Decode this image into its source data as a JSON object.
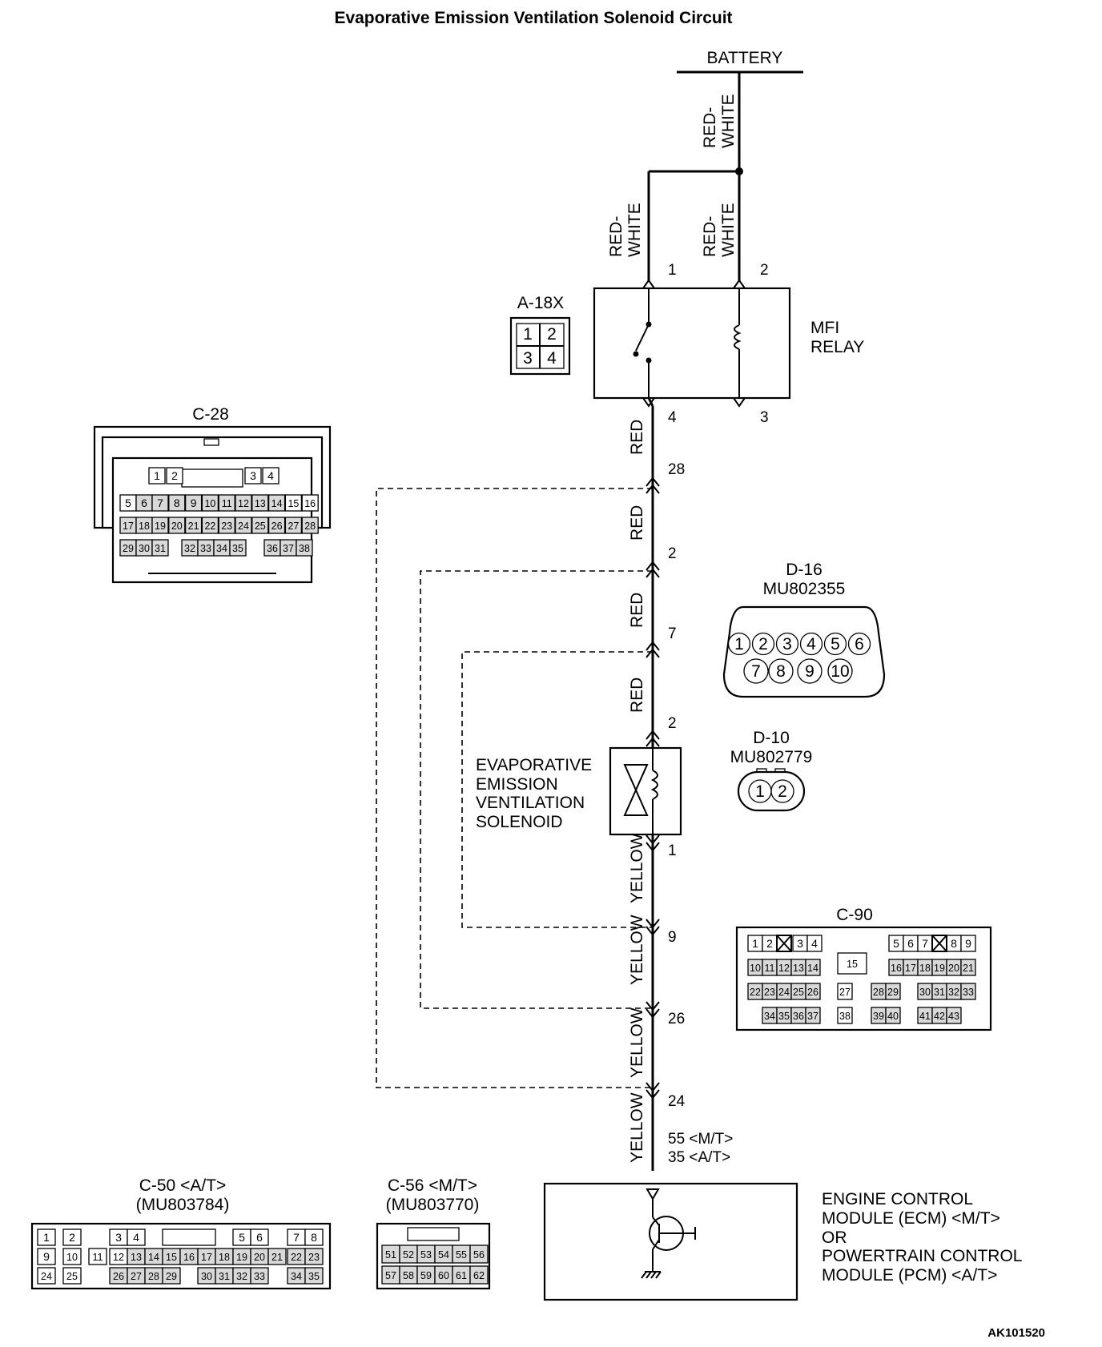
{
  "title": "Evaporative Emission Ventilation Solenoid Circuit",
  "code": "AK101520",
  "battery": "BATTERY",
  "wires": {
    "red_white": [
      "RED-",
      "WHITE"
    ],
    "red": "RED",
    "yellow": "YELLOW"
  },
  "pins": {
    "relay_1": "1",
    "relay_2": "2",
    "relay_4": "4",
    "relay_3": "3",
    "c28": "28",
    "d16_2": "2",
    "d16_7": "7",
    "sol_2": "2",
    "sol_1": "1",
    "c90_9": "9",
    "c90_26": "26",
    "c90_24": "24",
    "ecm_mt": "55 <M/T>",
    "ecm_at": "35 <A/T>"
  },
  "relay": {
    "label": [
      "MFI",
      "RELAY"
    ]
  },
  "solenoid": {
    "label": [
      "EVAPORATIVE",
      "EMISSION",
      "VENTILATION",
      "SOLENOID"
    ]
  },
  "ecm": {
    "label": [
      "ENGINE CONTROL",
      "MODULE (ECM) <M/T>",
      "OR",
      "POWERTRAIN CONTROL",
      "MODULE (PCM) <A/T>"
    ]
  },
  "connectors": {
    "a18x": {
      "name": "A-18X",
      "pins": [
        "1",
        "2",
        "3",
        "4"
      ]
    },
    "c28": {
      "name": "C-28",
      "rows": [
        [
          "1",
          "2",
          "3",
          "4"
        ],
        [
          "5",
          "6",
          "7",
          "8",
          "9",
          "10",
          "11",
          "12",
          "13",
          "14",
          "15",
          "16"
        ],
        [
          "17",
          "18",
          "19",
          "20",
          "21",
          "22",
          "23",
          "24",
          "25",
          "26",
          "27",
          "28"
        ],
        [
          "29",
          "30",
          "31",
          "32",
          "33",
          "34",
          "35",
          "36",
          "37",
          "38"
        ]
      ]
    },
    "d16": {
      "name": "D-16",
      "part": "MU802355",
      "rows": [
        [
          "1",
          "2",
          "3",
          "4",
          "5",
          "6"
        ],
        [
          "7",
          "8",
          "9",
          "10"
        ]
      ]
    },
    "d10": {
      "name": "D-10",
      "part": "MU802779",
      "pins": [
        "1",
        "2"
      ]
    },
    "c90": {
      "name": "C-90",
      "rows": [
        [
          "1",
          "2",
          "3",
          "4",
          "5",
          "6",
          "7",
          "8",
          "9"
        ],
        [
          "10",
          "11",
          "12",
          "13",
          "14",
          "15",
          "16",
          "17",
          "18",
          "19",
          "20",
          "21"
        ],
        [
          "22",
          "23",
          "24",
          "25",
          "26",
          "27",
          "28",
          "29",
          "30",
          "31",
          "32",
          "33"
        ],
        [
          "34",
          "35",
          "36",
          "37",
          "38",
          "39",
          "40",
          "41",
          "42",
          "43"
        ]
      ]
    },
    "c50": {
      "name": "C-50 <A/T>",
      "part": "(MU803784)",
      "rows": [
        [
          "1",
          "2",
          "3",
          "4",
          "5",
          "6",
          "7",
          "8"
        ],
        [
          "9",
          "10",
          "11",
          "12",
          "13",
          "14",
          "15",
          "16",
          "17",
          "18",
          "19",
          "20",
          "21",
          "22",
          "23"
        ],
        [
          "24",
          "25",
          "26",
          "27",
          "28",
          "29",
          "30",
          "31",
          "32",
          "33",
          "34",
          "35"
        ]
      ]
    },
    "c56": {
      "name": "C-56 <M/T>",
      "part": "(MU803770)",
      "rows": [
        [
          "51",
          "52",
          "53",
          "54",
          "55",
          "56"
        ],
        [
          "57",
          "58",
          "59",
          "60",
          "61",
          "62"
        ]
      ]
    }
  }
}
